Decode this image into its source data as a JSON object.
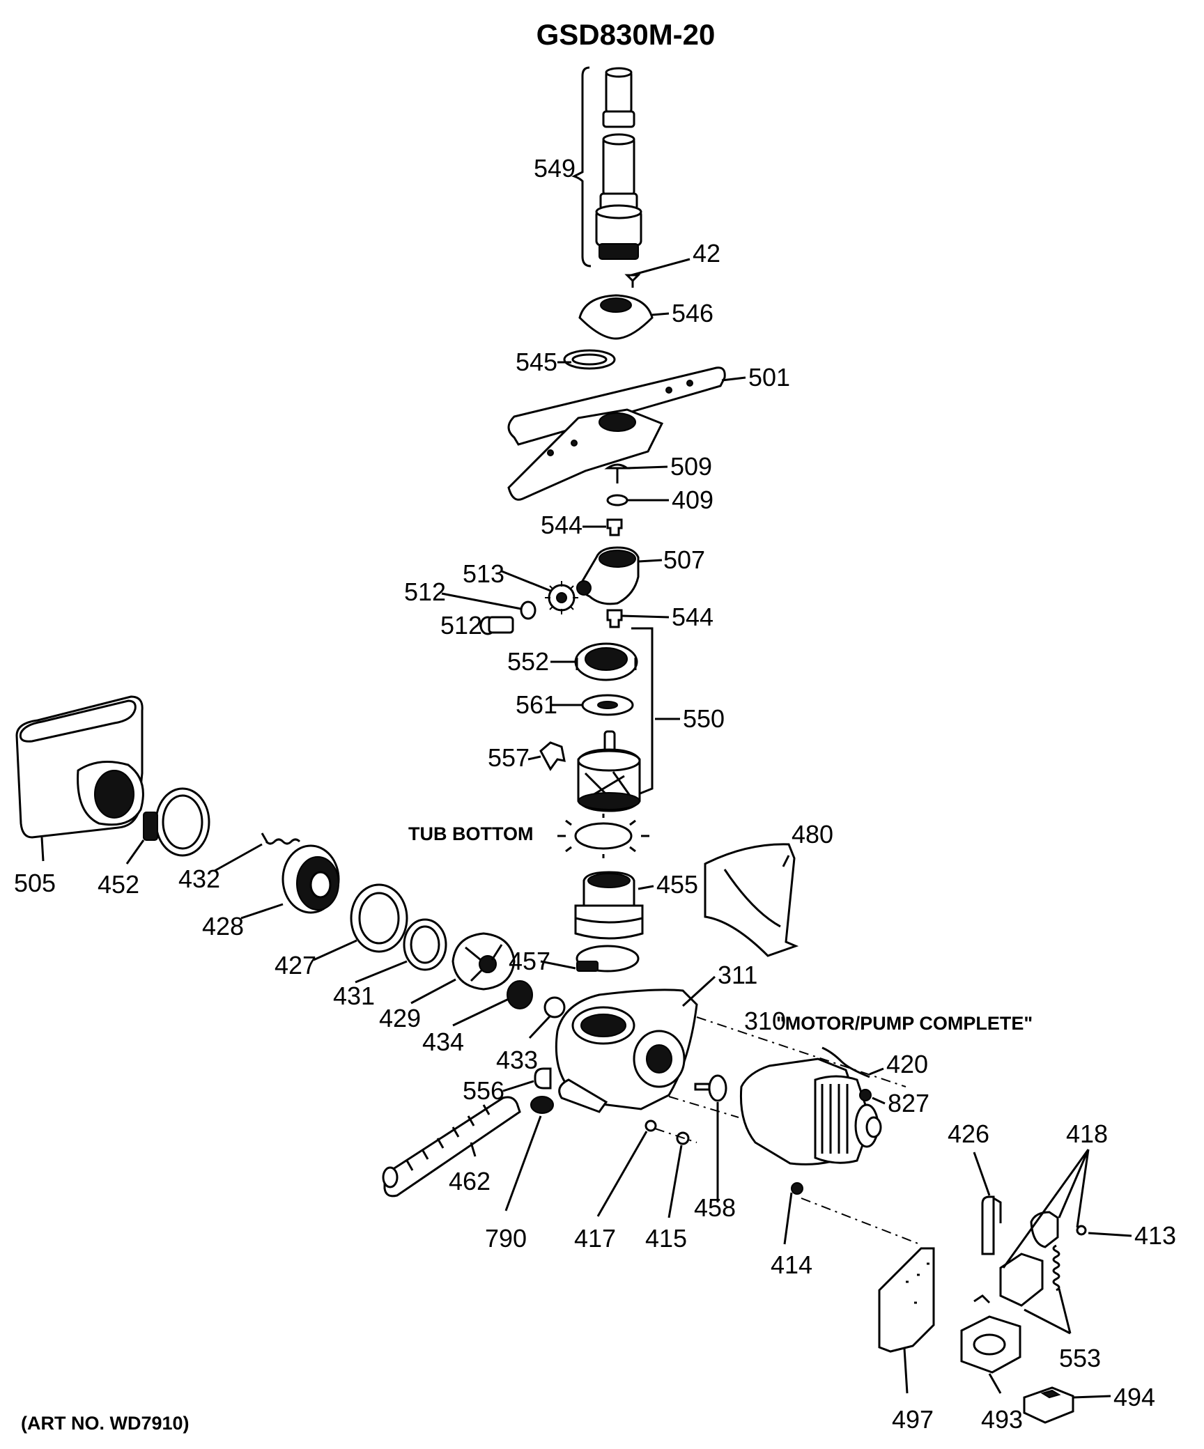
{
  "title": "GSD830M-20",
  "art_number": "(ART NO. WD7910)",
  "notes": {
    "tub_bottom": "TUB BOTTOM",
    "motor_pump": "\"MOTOR/PUMP COMPLETE\""
  },
  "part_numbers": [
    "549",
    "42",
    "546",
    "545",
    "501",
    "509",
    "409",
    "544",
    "507",
    "513",
    "512",
    "512",
    "544",
    "552",
    "561",
    "550",
    "557",
    "505",
    "452",
    "432",
    "428",
    "427",
    "431",
    "429",
    "434",
    "433",
    "455",
    "457",
    "480",
    "311",
    "310",
    "420",
    "827",
    "556",
    "462",
    "790",
    "417",
    "415",
    "458",
    "414",
    "426",
    "418",
    "413",
    "553",
    "497",
    "493",
    "494"
  ]
}
